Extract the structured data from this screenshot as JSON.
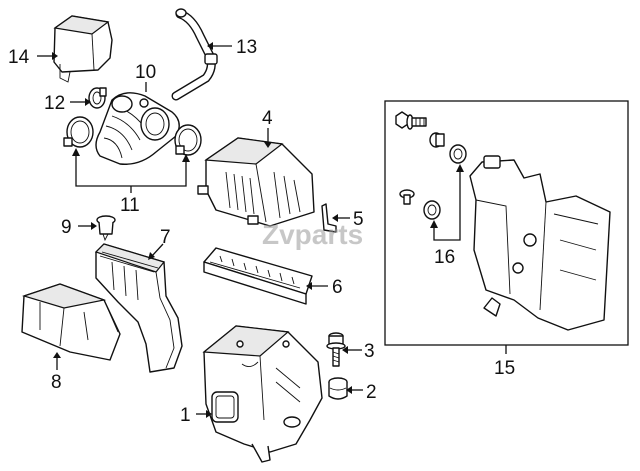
{
  "watermark": "Zvparts",
  "callouts": [
    {
      "id": "1",
      "label": "1"
    },
    {
      "id": "2",
      "label": "2"
    },
    {
      "id": "3",
      "label": "3"
    },
    {
      "id": "4",
      "label": "4"
    },
    {
      "id": "5",
      "label": "5"
    },
    {
      "id": "6",
      "label": "6"
    },
    {
      "id": "7",
      "label": "7"
    },
    {
      "id": "8",
      "label": "8"
    },
    {
      "id": "9",
      "label": "9"
    },
    {
      "id": "10",
      "label": "10"
    },
    {
      "id": "11",
      "label": "11"
    },
    {
      "id": "12",
      "label": "12"
    },
    {
      "id": "13",
      "label": "13"
    },
    {
      "id": "14",
      "label": "14"
    },
    {
      "id": "15",
      "label": "15"
    },
    {
      "id": "16",
      "label": "16"
    }
  ],
  "colors": {
    "line": "#111111",
    "background": "#ffffff",
    "watermark": "#9a9a9a"
  }
}
